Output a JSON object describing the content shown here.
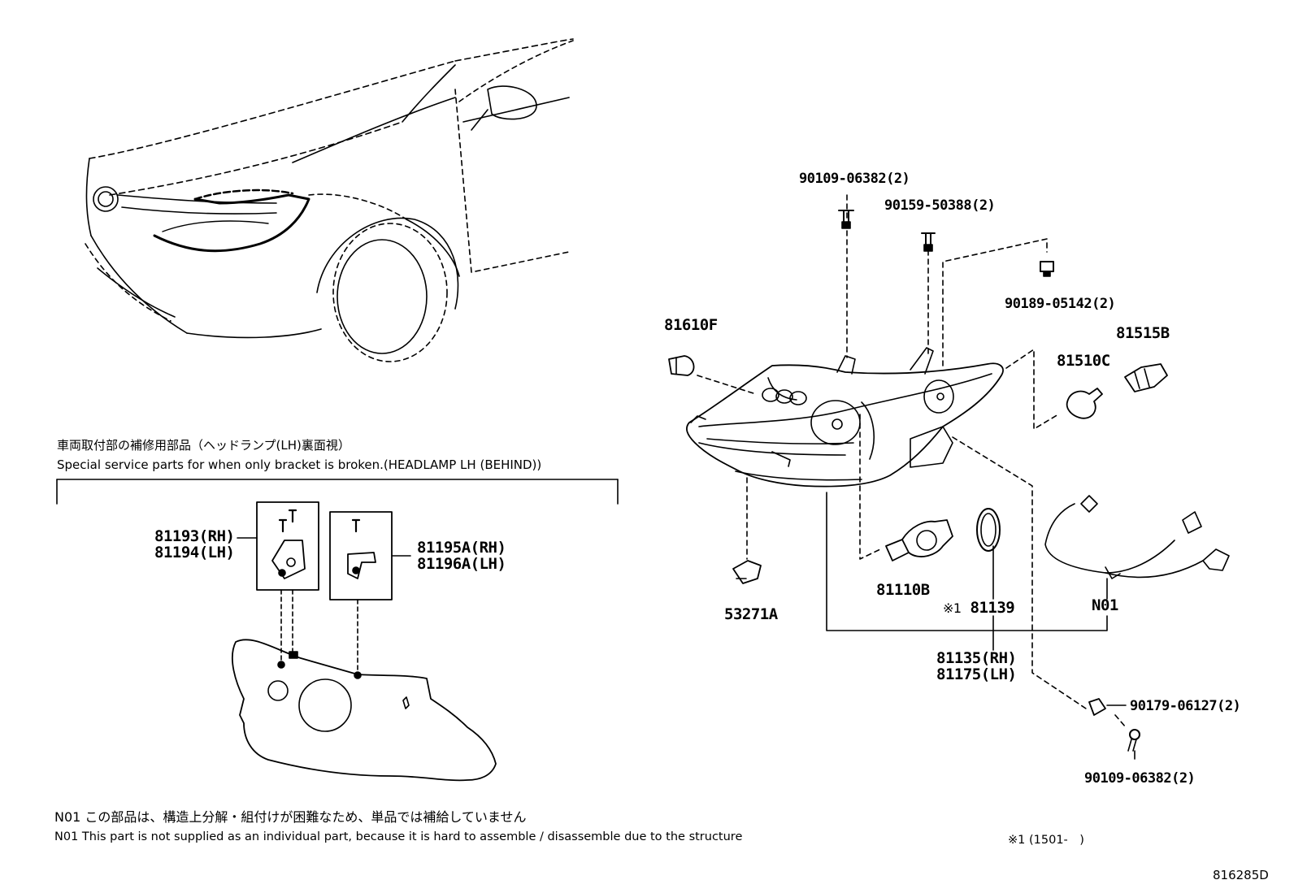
{
  "special_service": {
    "title_jp": "車両取付部の補修用部品（ヘッドランプ(LH)裏面視）",
    "title_en": "Special service parts for when only bracket is broken.(HEADLAMP LH (BEHIND))"
  },
  "parts": {
    "p81193": "81193(RH)",
    "p81194": "81194(LH)",
    "p81195a": "81195A(RH)",
    "p81196a": "81196A(LH)",
    "p90109_top": "90109-06382(2)",
    "p90159": "90159-50388(2)",
    "p90189": "90189-05142(2)",
    "p81610f": "81610F",
    "p81515b": "81515B",
    "p81510c": "81510C",
    "p53271a": "53271A",
    "p81110b": "81110B",
    "p81139_mark": "※1",
    "p81139": "81139",
    "n01": "N01",
    "p81135": "81135(RH)",
    "p81175": "81175(LH)",
    "p90179": "90179-06127(2)",
    "p90109_bottom": "90109-06382(2)"
  },
  "notes": {
    "n01_jp": "N01 この部品は、構造上分解・組付けが困難なため、単品では補給していません",
    "n01_en": "N01 This part is not supplied as an individual part, because it is hard to assemble / disassemble due to the structure",
    "footnote": "※1 (1501-　)",
    "diagram_id": "816285D"
  }
}
